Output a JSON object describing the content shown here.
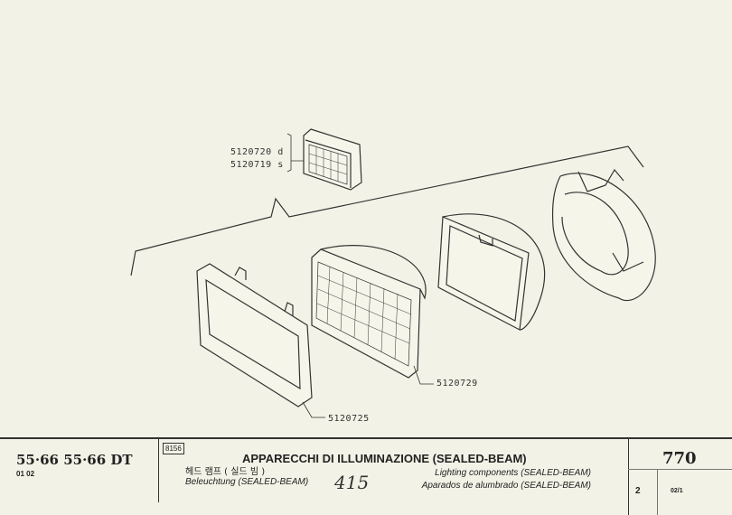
{
  "diagram": {
    "part_labels": [
      {
        "number": "5120720",
        "side": "d"
      },
      {
        "number": "5120719",
        "side": "s"
      },
      {
        "number": "5120729"
      },
      {
        "number": "5120725"
      }
    ]
  },
  "footer": {
    "models": "55·66  55·66 DT",
    "model_codes": "01 02",
    "group_code": "8156",
    "title_it": "APPARECCHI DI ILLUMINAZIONE (SEALED-BEAM)",
    "title_ko": "헤드 램프 ( 실드 빔 )",
    "title_de": "Beleuchtung (SEALED-BEAM)",
    "handwritten": "415",
    "title_en": "Lighting components (SEALED-BEAM)",
    "title_es": "Aparados de alumbrado (SEALED-BEAM)",
    "page_number": "770",
    "sheet": "2",
    "revision": "02/1"
  }
}
